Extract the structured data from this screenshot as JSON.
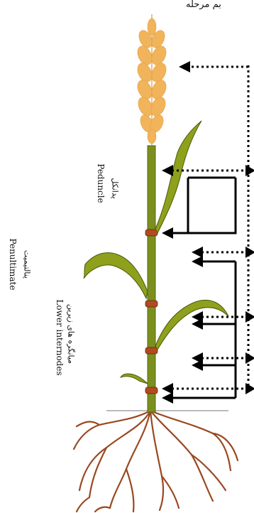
{
  "header": {
    "persian_partial": "بم مرحله"
  },
  "labels": {
    "peduncle_fa": "پدانکل",
    "peduncle_en": "Peduncle",
    "penultimate_fa": "پنالتیمیت",
    "penultimate_en": "Penultimate",
    "lower_fa": "میانگره های زیرین",
    "lower_en": "Lower internodes"
  },
  "icons": {
    "spike": "wheat-spike-icon",
    "stem": "stem-icon",
    "leaf": "leaf-icon",
    "node": "node-icon",
    "roots": "roots-icon",
    "arrow": "dotted-arrow-icon"
  },
  "colors": {
    "stem": "#7b8f1f",
    "leaf": "#8fa01c",
    "node": "#b24a21",
    "spike": "#f1b45a",
    "root": "#9a4820",
    "arrow": "#000000"
  }
}
